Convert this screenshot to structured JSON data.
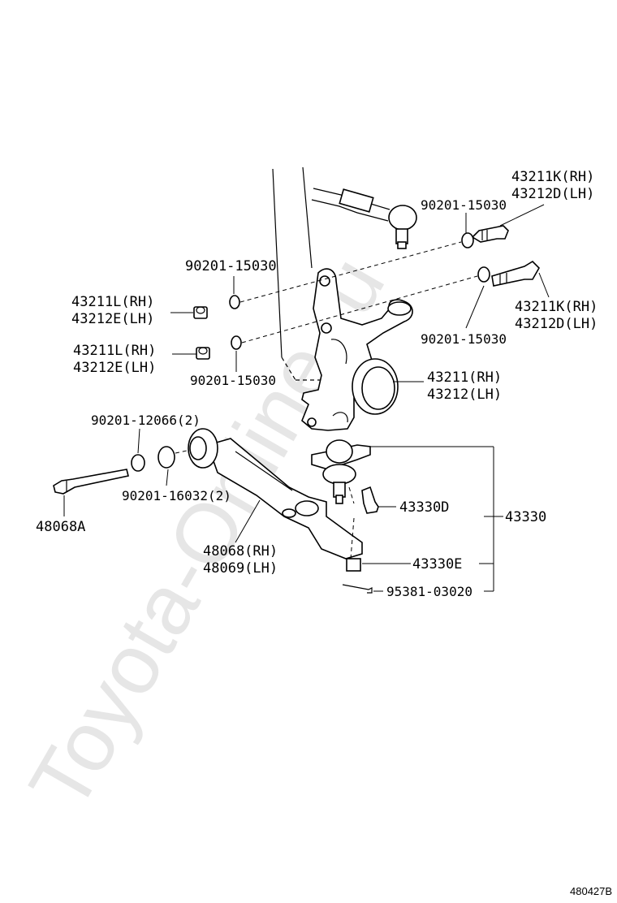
{
  "watermark": "Toyota-Online.ru",
  "diagram_id": "480427B",
  "labels": {
    "p43211K_rh": "43211K(RH)",
    "p43212D_lh": "43212D(LH)",
    "p90201_15030_a": "90201-15030",
    "p90201_15030_b": "90201-15030",
    "p43211K_rh_2": "43211K(RH)",
    "p43212D_lh_2": "43212D(LH)",
    "p90201_15030_c": "90201-15030",
    "p43211L_rh_1": "43211L(RH)",
    "p43212E_lh_1": "43212E(LH)",
    "p43211L_rh_2": "43211L(RH)",
    "p43212E_lh_2": "43212E(LH)",
    "p90201_15030_d": "90201-15030",
    "p43211_rh": "43211(RH)",
    "p43212_lh": "43212(LH)",
    "p90201_12066": "90201-12066(2)",
    "p90201_16032": "90201-16032(2)",
    "p48068A": "48068A",
    "p43330D": "43330D",
    "p43330": "43330",
    "p48068_rh": "48068(RH)",
    "p48069_lh": "48069(LH)",
    "p43330E": "43330E",
    "p95381_03020": "95381-03020"
  }
}
